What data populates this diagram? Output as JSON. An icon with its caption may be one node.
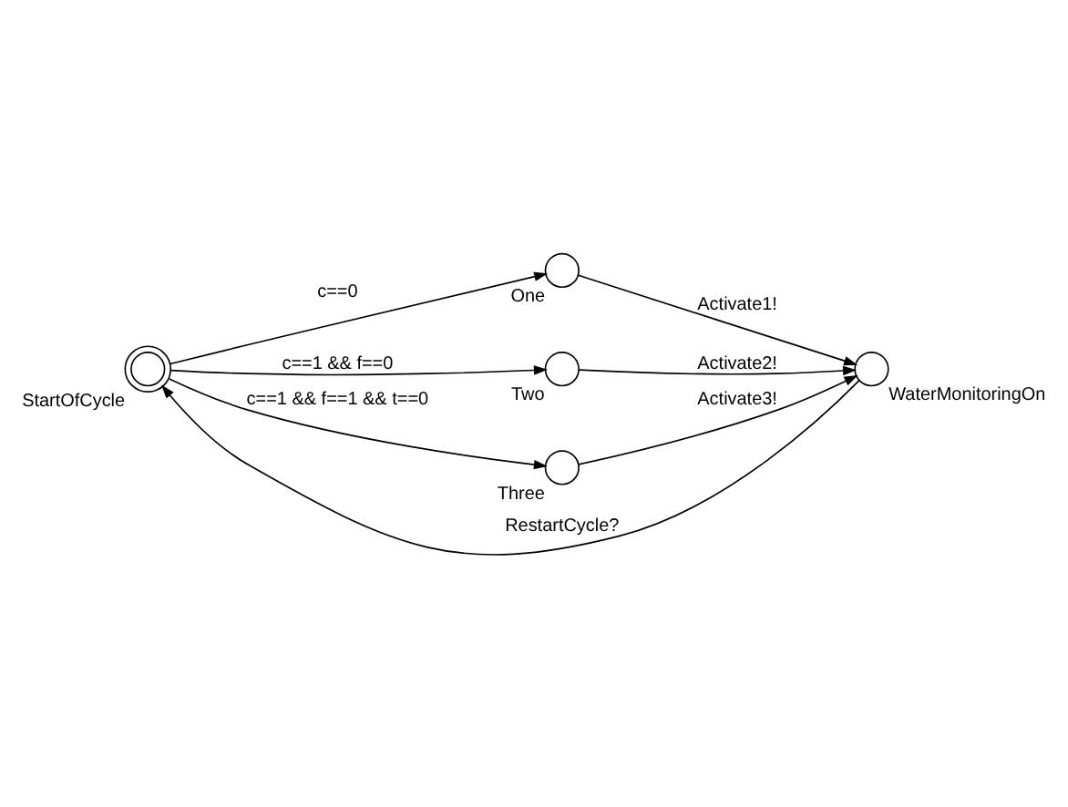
{
  "diagram": {
    "nodes": [
      {
        "text": [],
        "shape": "circle",
        "beside": [
          "StartOfCycle"
        ]
      },
      {
        "text": [],
        "shape": "circle",
        "beside": [
          "One"
        ]
      },
      {
        "text": [],
        "shape": "circle",
        "beside": [
          "Two"
        ]
      },
      {
        "text": [],
        "shape": "circle",
        "beside": [
          "Three"
        ]
      },
      {
        "text": [],
        "shape": "circle",
        "beside": [
          "WaterMonitoringOn"
        ]
      }
    ],
    "edges": [
      {
        "from": 0,
        "to": 1,
        "arrow": "to",
        "label": "c==0"
      },
      {
        "from": 0,
        "to": 2,
        "arrow": "to",
        "label": "c==1 && f==0"
      },
      {
        "from": 0,
        "to": 3,
        "arrow": "to",
        "label": "c==1 && f==1 && t==0"
      },
      {
        "from": 1,
        "to": 4,
        "arrow": "to",
        "label": "Activate1!"
      },
      {
        "from": 2,
        "to": 4,
        "arrow": "to",
        "label": "Activate2!"
      },
      {
        "from": 3,
        "to": 4,
        "arrow": "to",
        "label": "Activate3!"
      },
      {
        "from": 4,
        "to": 0,
        "arrow": "to",
        "label": "RestartCycle?"
      }
    ]
  }
}
